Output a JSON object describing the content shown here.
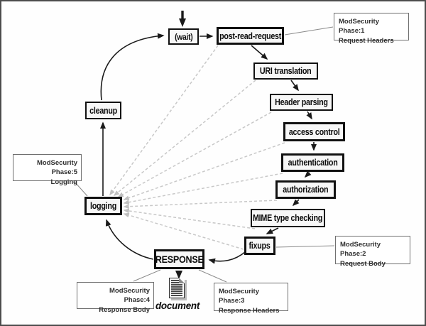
{
  "diagram": {
    "type": "flowchart",
    "subject": "Apache request cycle with ModSecurity phases",
    "nodes": {
      "wait": "(wait)",
      "post_read_request": "post-read-request",
      "uri_translation": "URI translation",
      "header_parsing": "Header parsing",
      "access_control": "access control",
      "authentication": "authentication",
      "authorization": "authorization",
      "mime_type_checking": "MIME type checking",
      "fixups": "fixups",
      "response": "RESPONSE",
      "logging": "logging",
      "cleanup": "cleanup"
    },
    "annotations": {
      "phase1": {
        "line1": "ModSecurity Phase:1",
        "line2": "Request Headers"
      },
      "phase2": {
        "line1": "ModSecurity Phase:2",
        "line2": "Request Body"
      },
      "phase3": {
        "line1": "ModSecurity Phase:3",
        "line2": "Response Headers"
      },
      "phase4": {
        "line1": "ModSecurity Phase:4",
        "line2": "Response Body"
      },
      "phase5": {
        "line1": "ModSecurity Phase:5",
        "line2": "Logging"
      }
    },
    "document_label": "document",
    "colors": {
      "node_border": "#111111",
      "node_fill": "#f7f7f7",
      "annotation_border": "#707070",
      "annotation_text": "#2f2f2f",
      "dashed_line": "#c8c8c8",
      "solid_line": "#1a1a1a",
      "leader_line": "#8a8a8a",
      "frame_border": "#4d4d4d"
    }
  }
}
